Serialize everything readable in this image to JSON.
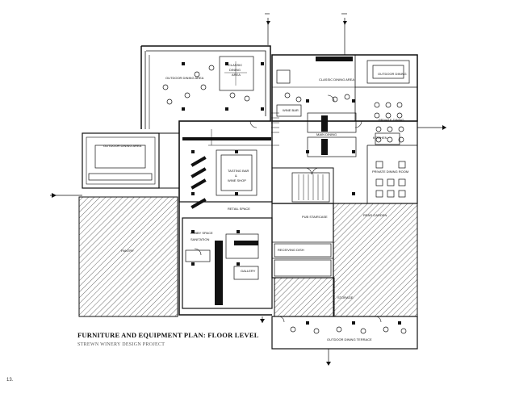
{
  "title": "FURNITURE AND EQUIPMENT PLAN: FLOOR LEVEL",
  "subtitle": "STREWN WINERY DESIGN PROJECT",
  "page_number": "13.",
  "room_labels": {
    "outdoor_dining_top": "OUTDOOR DINING AREA",
    "outdoor_dining_left": "OUTDOOR DINING AREA",
    "outdoor_dining_right": "OUTDOOR DINING",
    "cl_a": "CLASSIC",
    "cl_b": "DINING",
    "cl_c": "AREA",
    "classic_dining": "CLASSIC DINING AREA",
    "wine_bar": "WINE BAR",
    "private_dining_right": "PRIVATE DINING",
    "main_dining": "MAIN DINING",
    "tasting_a": "TASTING BAR",
    "tasting_b": "&",
    "tasting_c": "WINE SHOP",
    "retail_space": "RETAIL SPACE",
    "kitchen": "KITCHEN",
    "private_dining_room": "PRIVATE DINING ROOM",
    "lobby_space": "LOBBY SPACE",
    "pub_staircase": "PUB STAIRCASE",
    "rear_garden": "REAR GARDEN",
    "pantry": "PANTRY",
    "gallery": "GALLERY",
    "receiving_dish": "RECEIVING DISH",
    "sanitation": "SANITATION",
    "storage": "STORAGE",
    "outdoor_terrace": "OUTDOOR DINING TERRACE"
  }
}
